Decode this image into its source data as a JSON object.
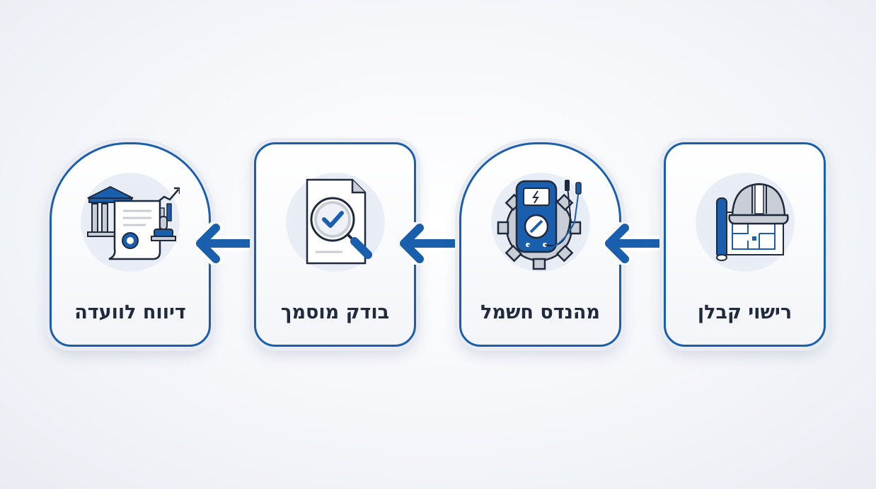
{
  "steps": [
    {
      "label": "רישוי קבלן",
      "icon": "hard-hat-blueprint-icon"
    },
    {
      "label": "מהנדס חשמל",
      "icon": "multimeter-gear-icon"
    },
    {
      "label": "בודק מוסמך",
      "icon": "document-magnifier-check-icon"
    },
    {
      "label": "דיווח לוועדה",
      "icon": "government-building-certificate-icon"
    }
  ],
  "colors": {
    "accent": "#1a5fae",
    "dark": "#1f2a3d",
    "gray": "#c9ced6"
  }
}
